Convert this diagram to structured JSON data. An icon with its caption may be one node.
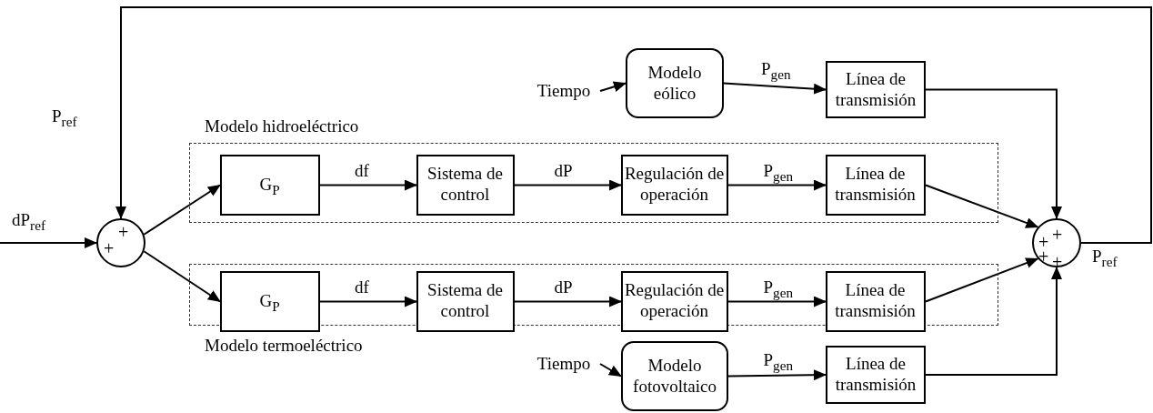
{
  "diagram": {
    "nodes": [
      {
        "text": [
          "+",
          "+"
        ]
      },
      {
        "text": [
          "Modelo hidroeléctrico"
        ]
      },
      {
        "text": [
          "G$_{P}$"
        ],
        "in": 1
      },
      {
        "text": [
          "Sistema de control"
        ],
        "in": 1
      },
      {
        "text": [
          "Regulación de operación"
        ],
        "in": 1
      },
      {
        "text": [
          "Línea de transmisión"
        ],
        "in": 1
      },
      {
        "text": [
          "Modelo termoeléctrico"
        ]
      },
      {
        "text": [
          "G$_{P}$"
        ],
        "in": 6
      },
      {
        "text": [
          "Sistema de control"
        ],
        "in": 6
      },
      {
        "text": [
          "Regulación de operación"
        ],
        "in": 6
      },
      {
        "text": [
          "Línea de transmisión"
        ],
        "in": 6
      },
      {
        "text": [
          "Tiempo"
        ]
      },
      {
        "text": [
          "Modelo eólico"
        ]
      },
      {
        "text": [
          "Línea de transmisión"
        ]
      },
      {
        "text": [
          "Tiempo"
        ]
      },
      {
        "text": [
          "Modelo fotovoltaico"
        ]
      },
      {
        "text": [
          "Línea de transmisión"
        ]
      },
      {
        "text": [
          "+",
          "+",
          "+",
          "+"
        ]
      }
    ],
    "edges": [
      {
        "from": null,
        "to": 0,
        "arrow": "to",
        "label": "dP$_{ref}$"
      },
      {
        "from": 17,
        "to": 0,
        "arrow": "to",
        "label": "P$_{ref}$"
      },
      {
        "from": 0,
        "to": 2,
        "arrow": "to"
      },
      {
        "from": 0,
        "to": 7,
        "arrow": "to"
      },
      {
        "from": 2,
        "to": 3,
        "arrow": "to",
        "label": "df"
      },
      {
        "from": 3,
        "to": 4,
        "arrow": "to",
        "label": "dP"
      },
      {
        "from": 4,
        "to": 5,
        "arrow": "to",
        "label": "P$_{gen}$"
      },
      {
        "from": 5,
        "to": 17,
        "arrow": "to"
      },
      {
        "from": 7,
        "to": 8,
        "arrow": "to",
        "label": "df"
      },
      {
        "from": 8,
        "to": 9,
        "arrow": "to",
        "label": "dP"
      },
      {
        "from": 9,
        "to": 10,
        "arrow": "to",
        "label": "P$_{gen}$"
      },
      {
        "from": 10,
        "to": 17,
        "arrow": "to"
      },
      {
        "from": 11,
        "to": 12,
        "arrow": "to"
      },
      {
        "from": 12,
        "to": 13,
        "arrow": "to",
        "label": "P$_{gen}$"
      },
      {
        "from": 13,
        "to": 17,
        "arrow": "to"
      },
      {
        "from": 14,
        "to": 15,
        "arrow": "to"
      },
      {
        "from": 15,
        "to": 16,
        "arrow": "to",
        "label": "P$_{gen}$"
      },
      {
        "from": 16,
        "to": 17,
        "arrow": "to"
      }
    ],
    "labels": [
      "P$_{ref}$"
    ]
  }
}
